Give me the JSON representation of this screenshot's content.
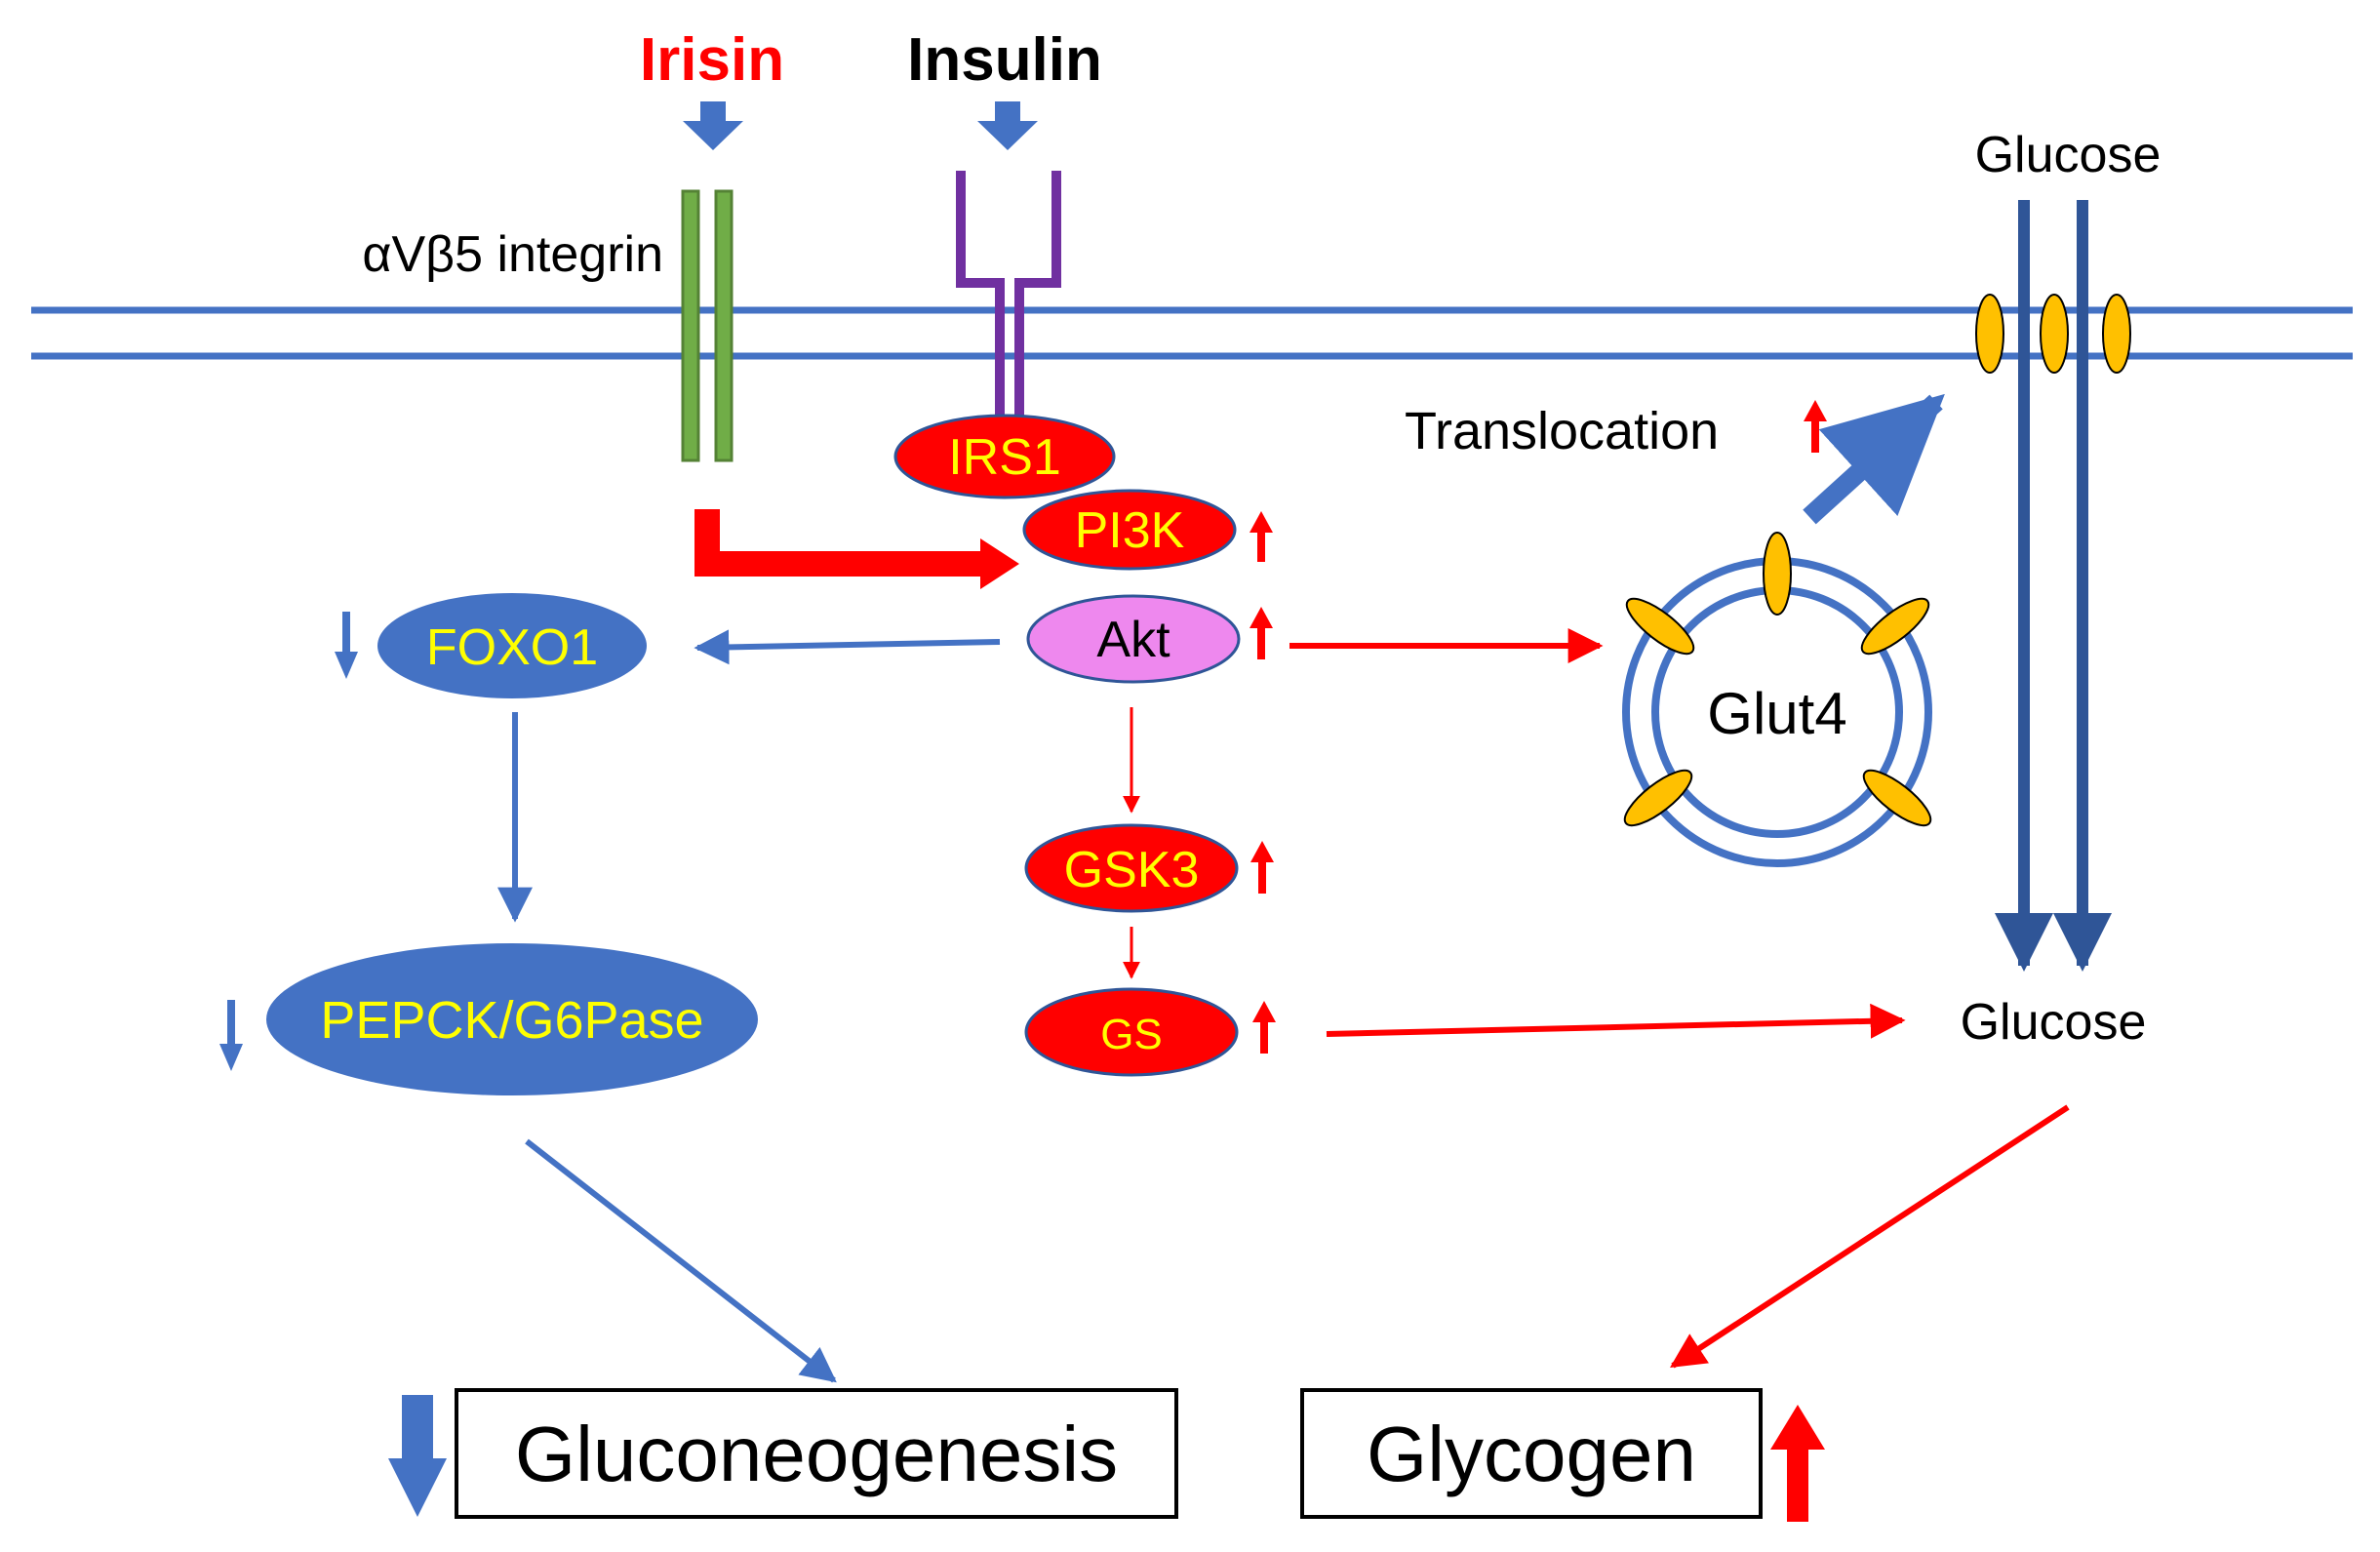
{
  "ligands": {
    "irisin": "Irisin",
    "insulin": "Insulin"
  },
  "labels": {
    "integrin": "αVβ5 integrin",
    "glucose_top": "Glucose",
    "glucose_mid": "Glucose",
    "translocation": "Translocation",
    "glut4": "Glut4"
  },
  "nodes": {
    "irs1": "IRS1",
    "pi3k": "PI3K",
    "akt": "Akt",
    "foxo1": "FOXO1",
    "gsk3": "GSK3",
    "gs": "GS",
    "pepck": "PEPCK/G6Pase"
  },
  "outcomes": {
    "gluconeogenesis": "Gluconeogenesis",
    "glycogen": "Glycogen"
  },
  "colors": {
    "membrane": "#4472c4",
    "blue_node": "#4472c4",
    "red_node": "#ff0000",
    "node_text": "#ffff00",
    "akt_fill": "#ee88ee",
    "integrin": "#70ad47",
    "receptor": "#7030a0",
    "transporter": "#2f5597",
    "glut_oval": "#ffc000",
    "irisin_text": "#ff0000"
  }
}
